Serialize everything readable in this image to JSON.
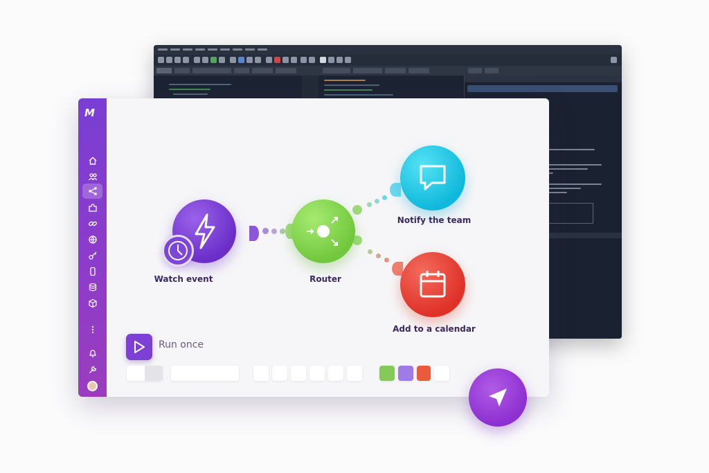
{
  "app": {
    "logo_text": "M",
    "sidebar_icons": [
      "home-icon",
      "users-icon",
      "share-nodes-icon",
      "puzzle-icon",
      "link-icon",
      "globe-icon",
      "key-icon",
      "phone-icon",
      "database-icon",
      "box-icon",
      "more-icon",
      "bell-icon",
      "wrench-icon",
      "avatar"
    ],
    "nodes": {
      "trigger": {
        "label": "Watch event",
        "icon": "lightning-icon",
        "color": "#7b3fd6"
      },
      "router": {
        "label": "Router",
        "icon": "router-icon",
        "color": "#86d84e"
      },
      "notify": {
        "label": "Notify the team",
        "icon": "chat-bubble-icon",
        "color": "#1ec8e6"
      },
      "calendar": {
        "label": "Add to a calendar",
        "icon": "calendar-icon",
        "color": "#ee4438"
      }
    },
    "run": {
      "label": "Run once"
    },
    "swatches": [
      "#84c95a",
      "#9e7be5",
      "#ea5a3c",
      "#ffffff"
    ]
  }
}
